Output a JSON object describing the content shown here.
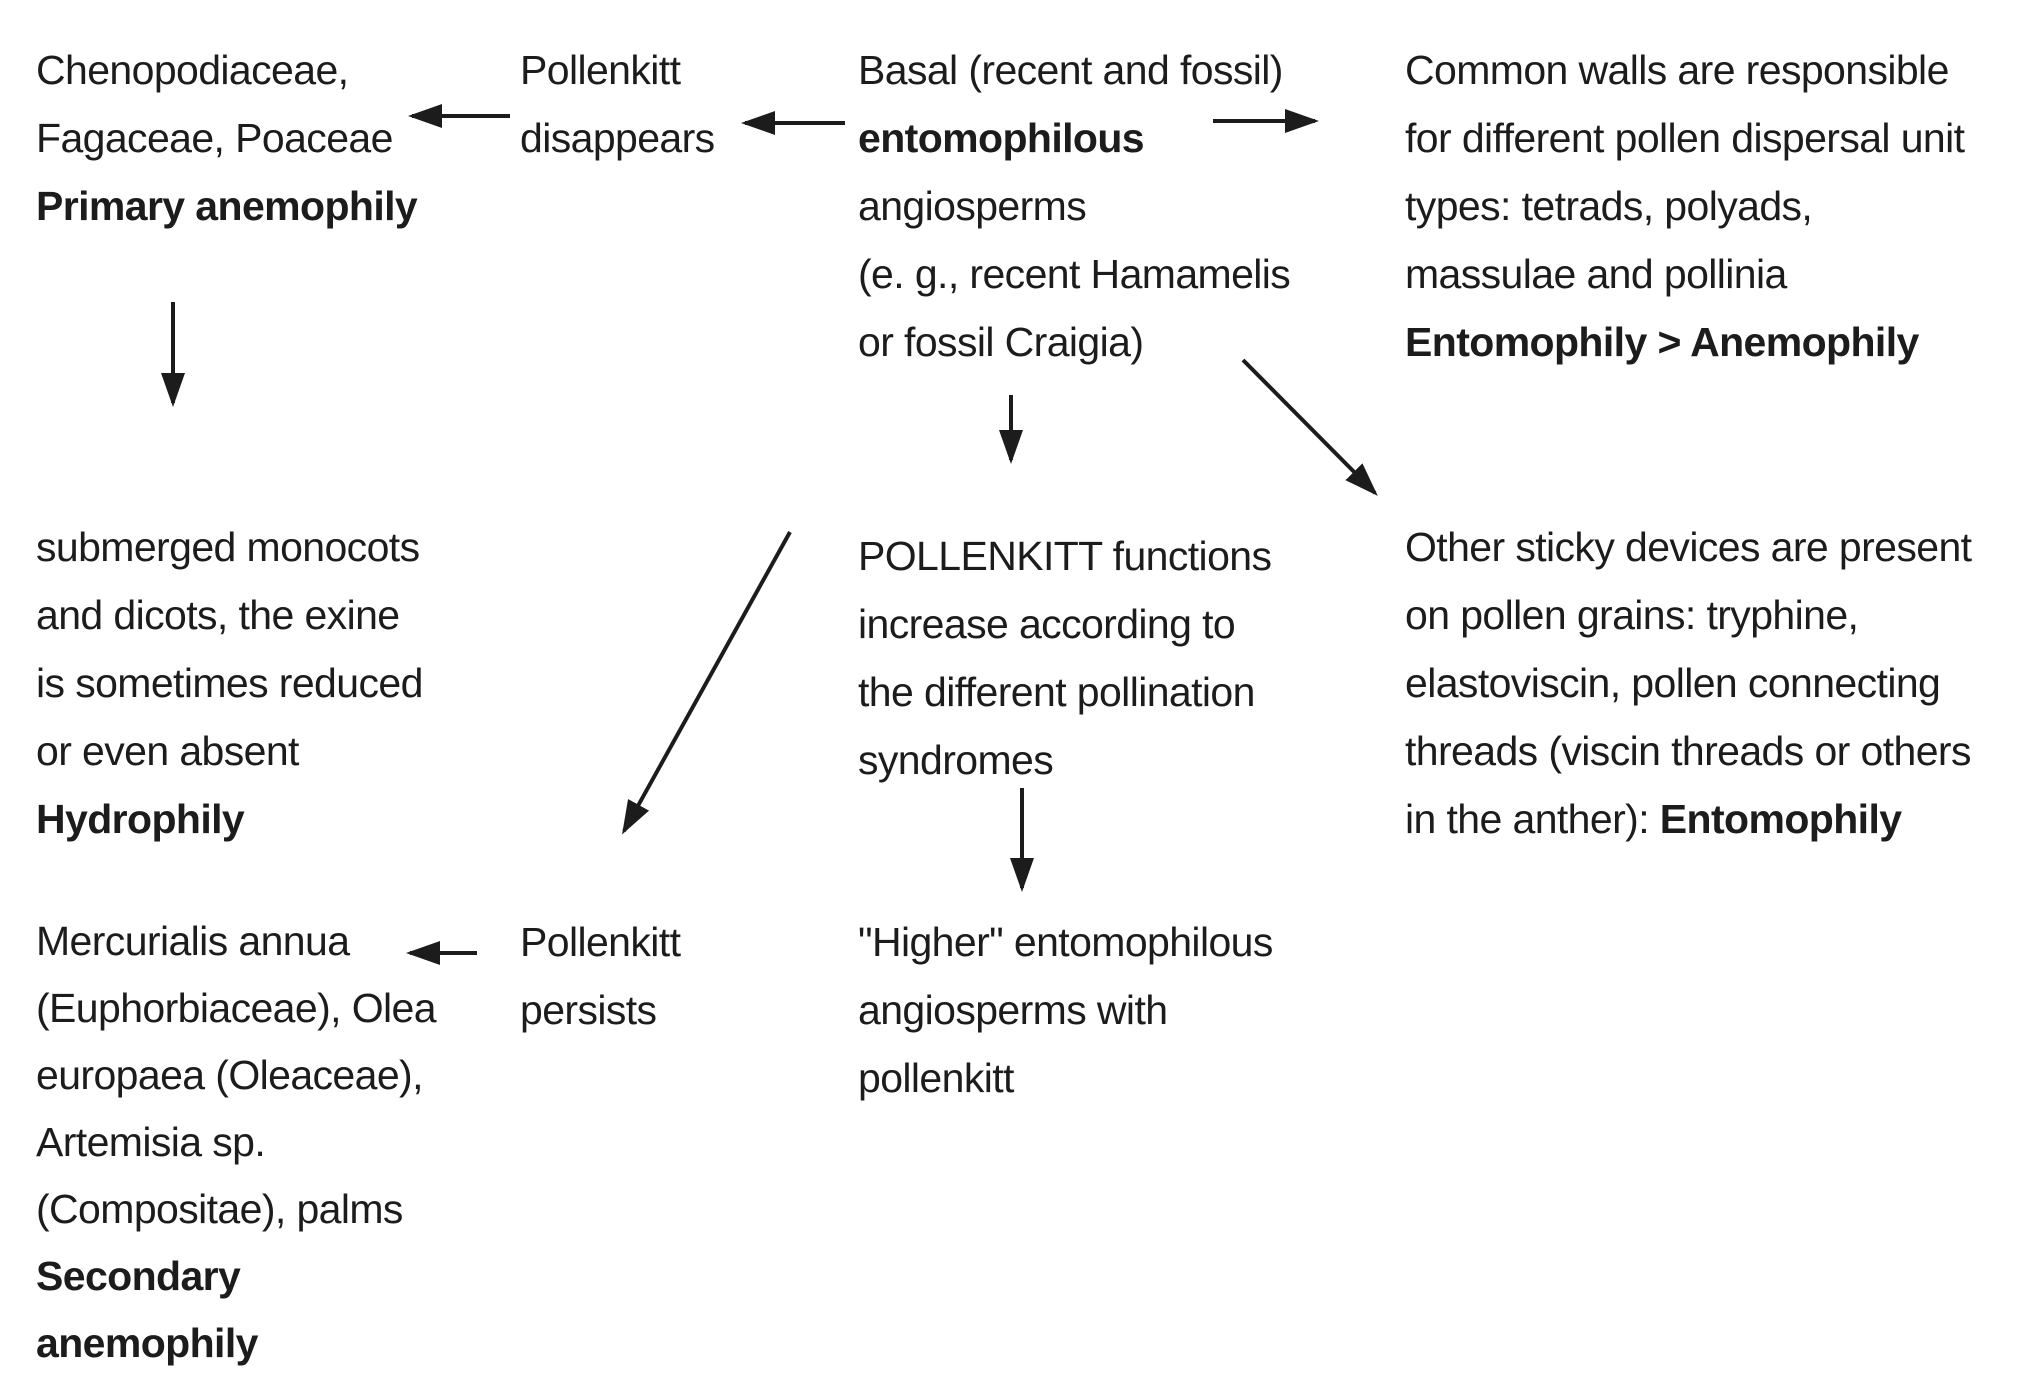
{
  "colors": {
    "background": "#ffffff",
    "ink": "#1c1c1c"
  },
  "blocks": {
    "top_left": {
      "l1": "Chenopodiaceae,",
      "l2": "Fagaceae, Poaceae",
      "l3": "Primary anemophily"
    },
    "pollenkitt_disappears": {
      "l1": "Pollenkitt",
      "l2": "disappears"
    },
    "basal": {
      "l1": "Basal (recent and fossil)",
      "l2": "entomophilous",
      "l3": "angiosperms",
      "l4": "(e. g., recent Hamamelis",
      "l5": "or fossil Craigia)"
    },
    "common_walls": {
      "l1": "Common walls are responsible",
      "l2": "for different pollen dispersal unit",
      "l3": "types: tetrads, polyads,",
      "l4": "massulae and pollinia",
      "l5": "Entomophily > Anemophily"
    },
    "hydrophily": {
      "l1": "submerged monocots",
      "l2": "and dicots, the exine",
      "l3": "is sometimes reduced",
      "l4": "or even absent",
      "l5": "Hydrophily"
    },
    "pollenkitt_functions": {
      "l1": "POLLENKITT functions",
      "l2": "increase according to",
      "l3": "the different pollination",
      "l4": "syndromes"
    },
    "other_sticky": {
      "l1": "Other sticky devices are present",
      "l2": "on pollen grains: tryphine,",
      "l3": "elastoviscin, pollen connecting",
      "l4": "threads (viscin threads or others",
      "l5_regular": "in the anther): ",
      "l5_bold": "Entomophily"
    },
    "mercurialis": {
      "l1": "Mercurialis annua",
      "l2": "(Euphorbiaceae), Olea",
      "l3": "europaea (Oleaceae),",
      "l4": "Artemisia sp.",
      "l5": "(Compositae), palms",
      "l6": "Secondary",
      "l7": "anemophily"
    },
    "pollenkitt_persists": {
      "l1": "Pollenkitt",
      "l2": "persists"
    },
    "higher": {
      "l1": "\"Higher\" entomophilous",
      "l2": "angiosperms with",
      "l3": "pollenkitt"
    }
  },
  "arrows": [
    {
      "name": "arrow-disappears-to-primary-anemophily",
      "from": "pollenkitt_disappears",
      "to": "top_left",
      "direction": "left"
    },
    {
      "name": "arrow-basal-to-disappears",
      "from": "basal",
      "to": "pollenkitt_disappears",
      "direction": "left"
    },
    {
      "name": "arrow-basal-to-common-walls",
      "from": "basal",
      "to": "common_walls",
      "direction": "right"
    },
    {
      "name": "arrow-primary-anemophily-to-hydrophily",
      "from": "top_left",
      "to": "hydrophily",
      "direction": "down"
    },
    {
      "name": "arrow-basal-to-pollenkitt-functions",
      "from": "basal",
      "to": "pollenkitt_functions",
      "direction": "down"
    },
    {
      "name": "arrow-basal-to-other-sticky",
      "from": "basal",
      "to": "other_sticky",
      "direction": "down-right"
    },
    {
      "name": "arrow-to-pollenkitt-persists",
      "from": "pollenkitt_functions",
      "to": "pollenkitt_persists",
      "direction": "down-left"
    },
    {
      "name": "arrow-functions-to-higher",
      "from": "pollenkitt_functions",
      "to": "higher",
      "direction": "down"
    },
    {
      "name": "arrow-persists-to-mercurialis",
      "from": "pollenkitt_persists",
      "to": "mercurialis",
      "direction": "left"
    }
  ]
}
